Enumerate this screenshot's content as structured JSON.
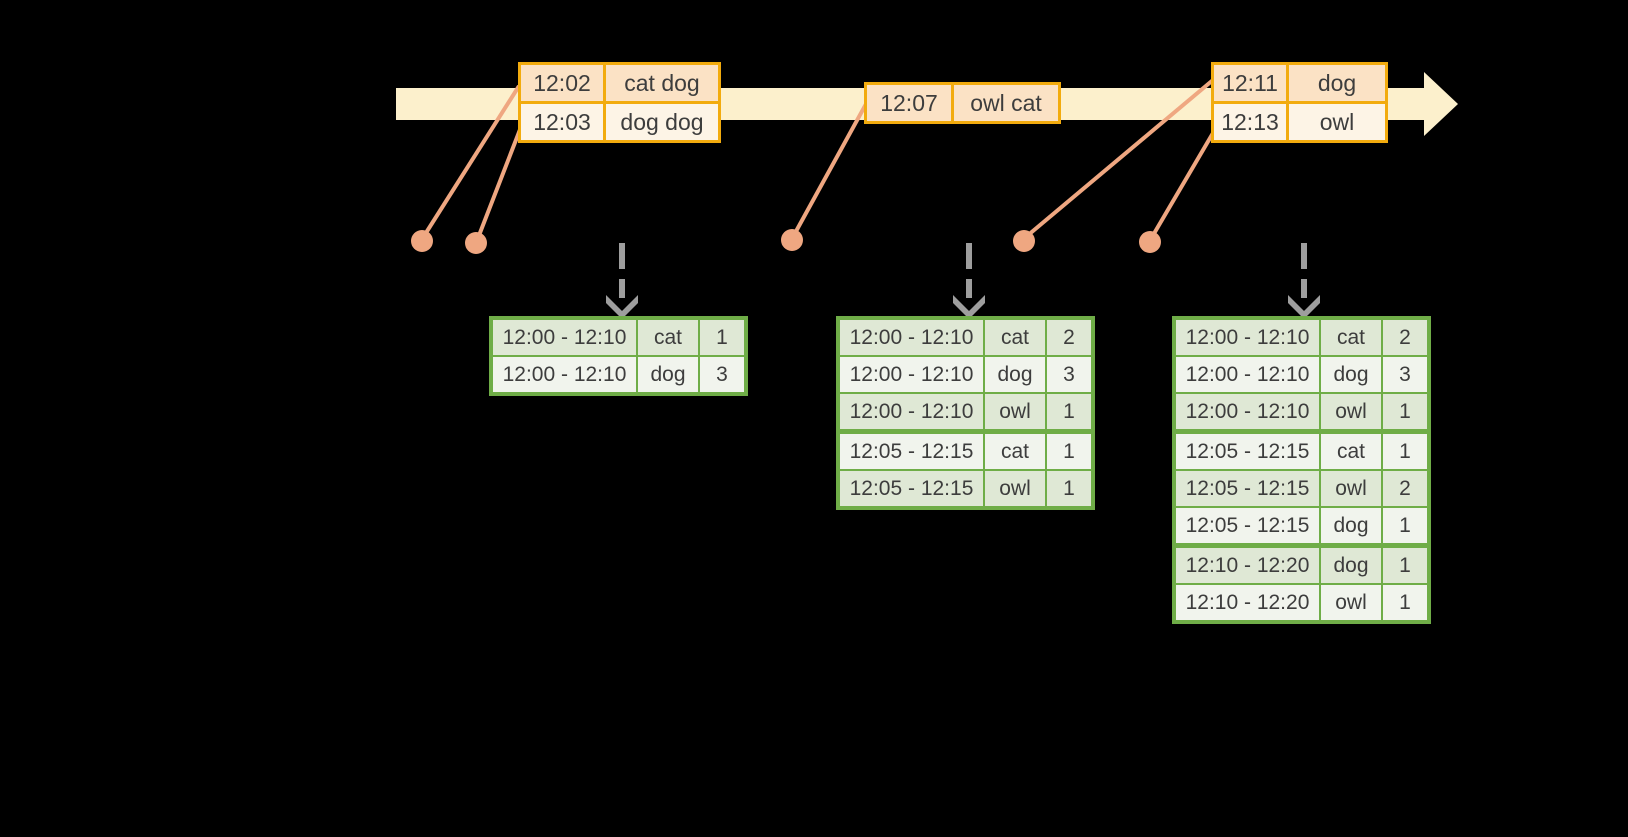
{
  "colors": {
    "background": "#000000",
    "timeline_fill": "#FCF0CC",
    "event_border": "#F2AB0E",
    "event_row_peach": "#FBE2C5",
    "event_row_cream": "#FDF4E6",
    "connector": "#EFA781",
    "trigger_arrow": "#9E9E9E",
    "result_border": "#6FAD47",
    "result_row_tint": "#DFE8D5",
    "result_row_light": "#F1F4ED",
    "text": "#3D3D3D"
  },
  "event_tables": [
    {
      "rows": [
        {
          "time": "12:02",
          "words": "cat dog"
        },
        {
          "time": "12:03",
          "words": "dog dog"
        }
      ]
    },
    {
      "rows": [
        {
          "time": "12:07",
          "words": "owl cat"
        }
      ]
    },
    {
      "rows": [
        {
          "time": "12:11",
          "words": "dog"
        },
        {
          "time": "12:13",
          "words": "owl"
        }
      ]
    }
  ],
  "result_tables": [
    {
      "rows": [
        {
          "window": "12:00 - 12:10",
          "word": "cat",
          "count": "1"
        },
        {
          "window": "12:00 - 12:10",
          "word": "dog",
          "count": "3"
        }
      ]
    },
    {
      "rows": [
        {
          "window": "12:00 - 12:10",
          "word": "cat",
          "count": "2"
        },
        {
          "window": "12:00 - 12:10",
          "word": "dog",
          "count": "3"
        },
        {
          "window": "12:00 - 12:10",
          "word": "owl",
          "count": "1"
        },
        {
          "window": "12:05 - 12:15",
          "word": "cat",
          "count": "1"
        },
        {
          "window": "12:05 - 12:15",
          "word": "owl",
          "count": "1"
        }
      ]
    },
    {
      "rows": [
        {
          "window": "12:00 - 12:10",
          "word": "cat",
          "count": "2"
        },
        {
          "window": "12:00 - 12:10",
          "word": "dog",
          "count": "3"
        },
        {
          "window": "12:00 - 12:10",
          "word": "owl",
          "count": "1"
        },
        {
          "window": "12:05 - 12:15",
          "word": "cat",
          "count": "1"
        },
        {
          "window": "12:05 - 12:15",
          "word": "owl",
          "count": "2"
        },
        {
          "window": "12:05 - 12:15",
          "word": "dog",
          "count": "1"
        },
        {
          "window": "12:10 - 12:20",
          "word": "dog",
          "count": "1"
        },
        {
          "window": "12:10 - 12:20",
          "word": "owl",
          "count": "1"
        }
      ]
    }
  ]
}
